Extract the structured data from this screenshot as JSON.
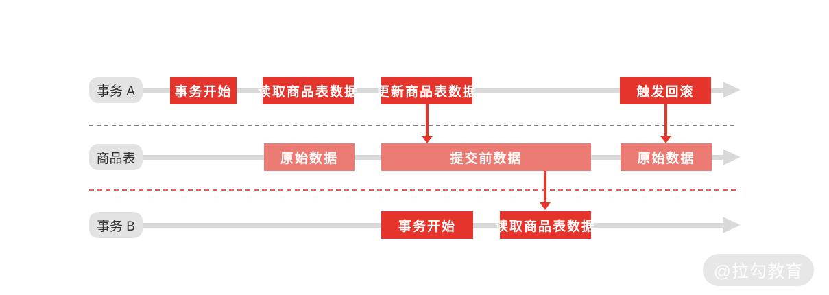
{
  "diagram_title": "transaction-rollback-timeline",
  "lanes": [
    {
      "label": "事务 A",
      "boxes": [
        {
          "text": "事务开始"
        },
        {
          "text": "读取商品表数据"
        },
        {
          "text": "更新商品表数据"
        },
        {
          "text": "触发回滚"
        }
      ]
    },
    {
      "label": "商品表",
      "boxes": [
        {
          "text": "原始数据"
        },
        {
          "text": "提交前数据"
        },
        {
          "text": "原始数据"
        }
      ]
    },
    {
      "label": "事务 B",
      "boxes": [
        {
          "text": "事务开始"
        },
        {
          "text": "读取商品表数据"
        }
      ]
    }
  ],
  "arrows": [
    {
      "from": "更新商品表数据",
      "to": "提交前数据"
    },
    {
      "from": "触发回滚",
      "to": "原始数据"
    },
    {
      "from": "提交前数据",
      "to": "读取商品表数据"
    }
  ],
  "watermark": "@拉勾教育",
  "colors": {
    "box_red": "#e4342c",
    "box_salmon": "#ec7c73",
    "timeline_gray": "#d9d9d9",
    "pill_gray": "#e3e3e3",
    "pill_text": "#333333",
    "divider_gray": "#7f7f7f",
    "divider_red": "#ec5a52",
    "watermark_bg": "#e7e7e7"
  }
}
